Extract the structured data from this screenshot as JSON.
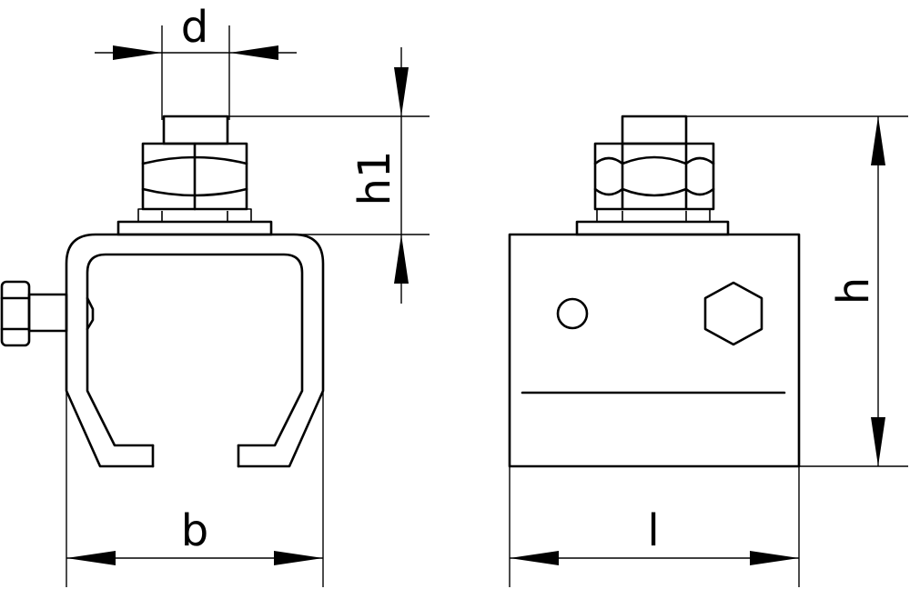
{
  "dimensions": {
    "d": "d",
    "h1": "h1",
    "b": "b",
    "h": "h",
    "l": "l"
  },
  "colors": {
    "line": "#000000",
    "background": "#ffffff"
  }
}
